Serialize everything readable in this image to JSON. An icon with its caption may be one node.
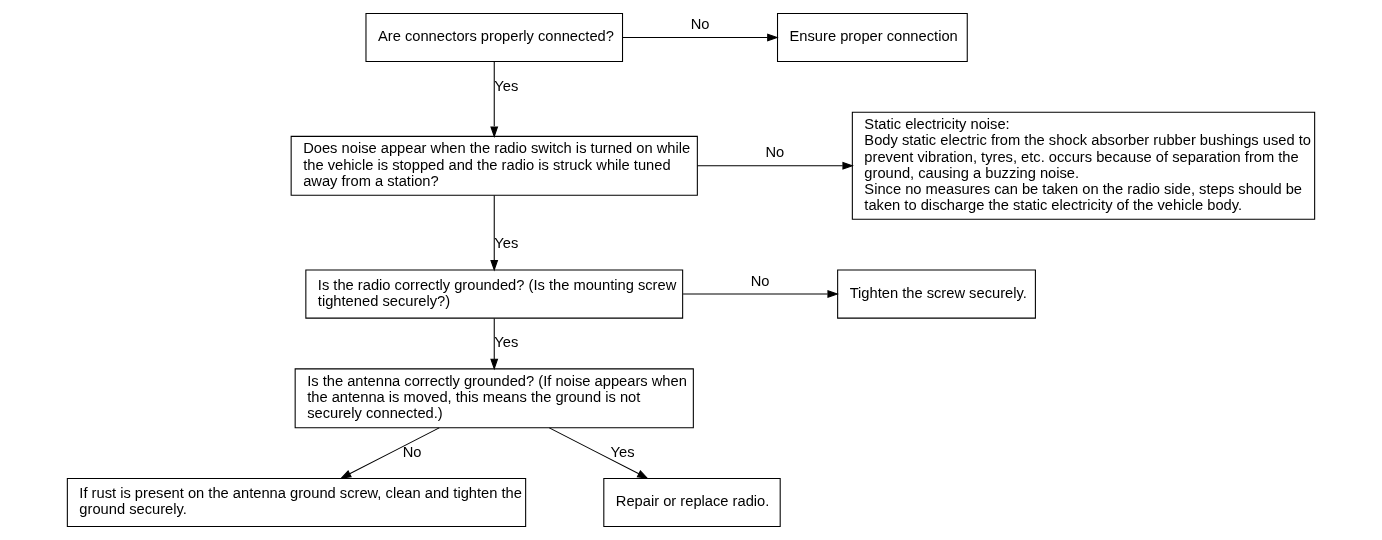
{
  "diagram": {
    "nodes": [
      {
        "text": [
          "Are connectors properly connected?"
        ]
      },
      {
        "text": [
          "Ensure proper connection"
        ]
      },
      {
        "text": [
          "Does noise appear when the radio switch is turned on while the vehicle is stopped and the radio is struck while tuned away from a station?"
        ]
      },
      {
        "text": [
          "Static electricity noise:",
          "Body static electric from the shock absorber rubber bushings used to prevent vibration, tyres, etc. occurs because of separation from the ground, causing a buzzing noise.",
          "Since no measures can be taken on the radio side, steps should be taken to discharge the static electricity of the vehicle body."
        ]
      },
      {
        "text": [
          "Is the radio correctly grounded? (Is the mounting screw tightened securely?)"
        ]
      },
      {
        "text": [
          "Tighten the screw securely."
        ]
      },
      {
        "text": [
          "Is the antenna correctly grounded? (If noise appears when the antenna is moved, this means the ground is not securely connected.)"
        ]
      },
      {
        "text": [
          "If rust is present on the antenna ground screw, clean and tighten the ground securely."
        ]
      },
      {
        "text": [
          "Repair or replace radio."
        ]
      }
    ],
    "edges": [
      {
        "from": 0,
        "to": 1,
        "arrow": "to",
        "label": "No"
      },
      {
        "from": 0,
        "to": 2,
        "arrow": "to",
        "label": "Yes"
      },
      {
        "from": 2,
        "to": 3,
        "arrow": "to",
        "label": "No"
      },
      {
        "from": 2,
        "to": 4,
        "arrow": "to",
        "label": "Yes"
      },
      {
        "from": 4,
        "to": 5,
        "arrow": "to",
        "label": "No"
      },
      {
        "from": 4,
        "to": 6,
        "arrow": "to",
        "label": "Yes"
      },
      {
        "from": 6,
        "to": 7,
        "arrow": "to",
        "label": "No"
      },
      {
        "from": 6,
        "to": 8,
        "arrow": "to",
        "label": "Yes"
      }
    ]
  }
}
